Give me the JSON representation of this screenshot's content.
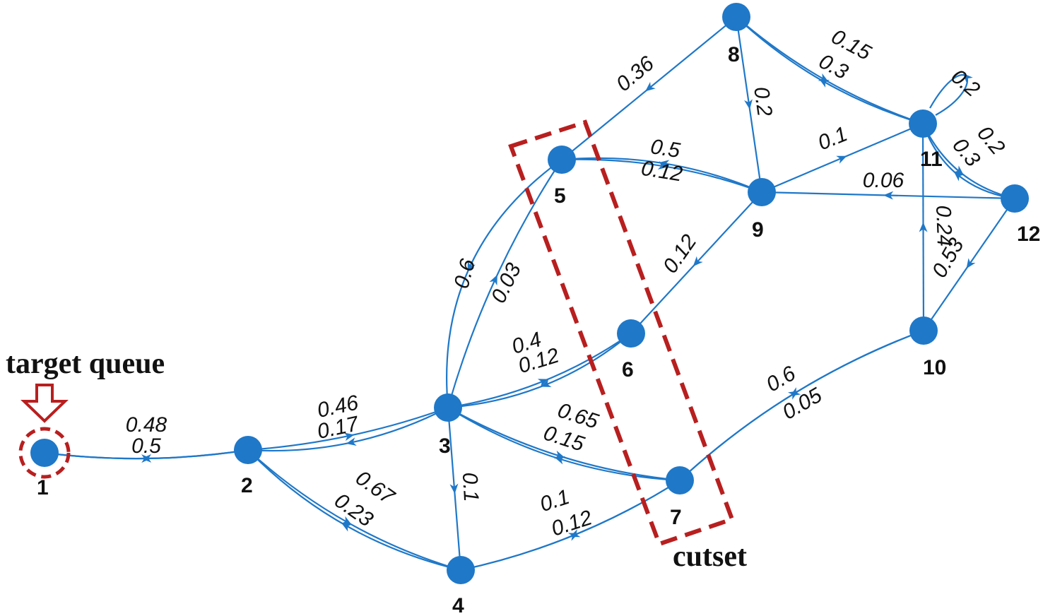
{
  "colors": {
    "edge": "#1f78c8",
    "node": "#1f78c8",
    "highlight": "#b81f1f",
    "text": "#111111"
  },
  "annotations": {
    "target_label": "target queue",
    "cutset_label": "cutset"
  },
  "nodes": [
    {
      "id": "1",
      "label": "1"
    },
    {
      "id": "2",
      "label": "2"
    },
    {
      "id": "3",
      "label": "3"
    },
    {
      "id": "4",
      "label": "4"
    },
    {
      "id": "5",
      "label": "5"
    },
    {
      "id": "6",
      "label": "6"
    },
    {
      "id": "7",
      "label": "7"
    },
    {
      "id": "8",
      "label": "8"
    },
    {
      "id": "9",
      "label": "9"
    },
    {
      "id": "10",
      "label": "10"
    },
    {
      "id": "11",
      "label": "11"
    },
    {
      "id": "12",
      "label": "12"
    }
  ],
  "edges": [
    {
      "from": "2",
      "to": "1",
      "label": "0.48"
    },
    {
      "from": "1",
      "to": "2",
      "label": "0.5"
    },
    {
      "from": "3",
      "to": "2",
      "label": "0.46"
    },
    {
      "from": "2",
      "to": "3",
      "label": "0.17"
    },
    {
      "from": "4",
      "to": "2",
      "label": "0.67"
    },
    {
      "from": "2",
      "to": "4",
      "label": "0.23"
    },
    {
      "from": "3",
      "to": "4",
      "label": "0.1"
    },
    {
      "from": "5",
      "to": "3",
      "label": "0.6"
    },
    {
      "from": "3",
      "to": "5",
      "label": "0.03"
    },
    {
      "from": "6",
      "to": "3",
      "label": "0.4"
    },
    {
      "from": "3",
      "to": "6",
      "label": "0.12"
    },
    {
      "from": "7",
      "to": "3",
      "label": "0.65"
    },
    {
      "from": "3",
      "to": "7",
      "label": "0.15"
    },
    {
      "from": "7",
      "to": "4",
      "label": "0.1"
    },
    {
      "from": "4",
      "to": "7",
      "label": "0.12"
    },
    {
      "from": "8",
      "to": "5",
      "label": "0.36"
    },
    {
      "from": "9",
      "to": "5",
      "label": "0.5"
    },
    {
      "from": "5",
      "to": "9",
      "label": "0.12"
    },
    {
      "from": "9",
      "to": "6",
      "label": "0.12"
    },
    {
      "from": "10",
      "to": "7",
      "label": "0.6"
    },
    {
      "from": "7",
      "to": "10",
      "label": "0.05"
    },
    {
      "from": "8",
      "to": "9",
      "label": "0.2"
    },
    {
      "from": "11",
      "to": "8",
      "label": "0.15"
    },
    {
      "from": "8",
      "to": "11",
      "label": "0.3"
    },
    {
      "from": "11",
      "to": "11",
      "label": "0.2"
    },
    {
      "from": "9",
      "to": "11",
      "label": "0.1"
    },
    {
      "from": "12",
      "to": "11",
      "label": "0.2"
    },
    {
      "from": "11",
      "to": "12",
      "label": "0.3"
    },
    {
      "from": "12",
      "to": "9",
      "label": "0.06"
    },
    {
      "from": "10",
      "to": "11",
      "label": "0.24"
    },
    {
      "from": "12",
      "to": "10",
      "label": "0.53"
    }
  ]
}
